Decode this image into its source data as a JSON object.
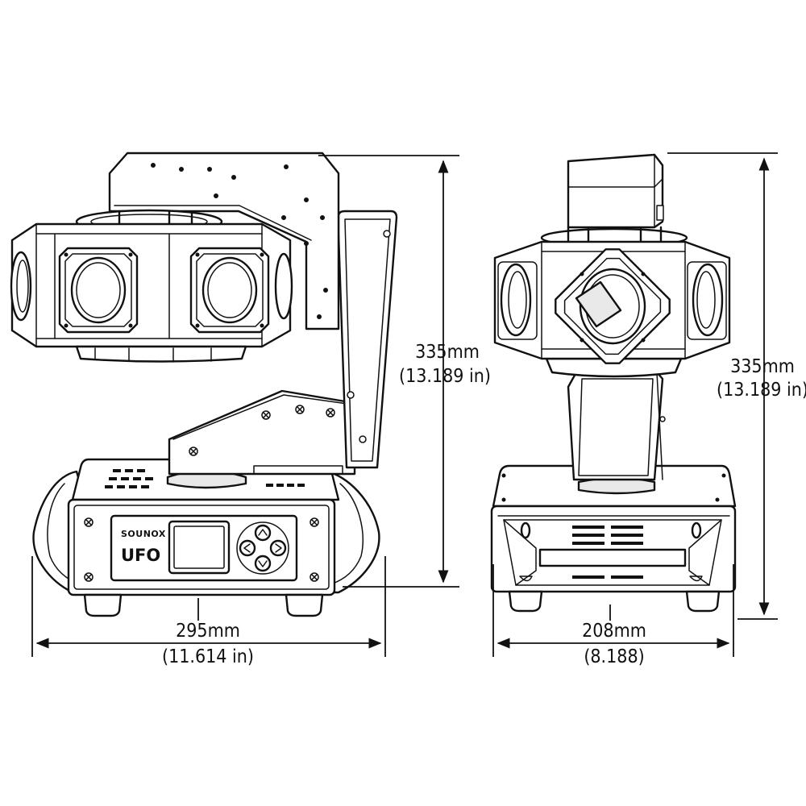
{
  "dimensions": {
    "front_height_mm": "335mm",
    "front_height_in": "(13.189 in)",
    "front_width_mm": "295mm",
    "front_width_in": "(11.614 in)",
    "side_height_mm": "335mm",
    "side_height_in": "(13.189 in)",
    "side_width_mm": "208mm",
    "side_width_in": "(8.188)"
  },
  "brand": {
    "maker": "SOUNOX",
    "model": "UFO"
  },
  "icons": [
    "up-arrow-icon",
    "down-arrow-icon",
    "left-arrow-icon",
    "right-arrow-icon"
  ]
}
